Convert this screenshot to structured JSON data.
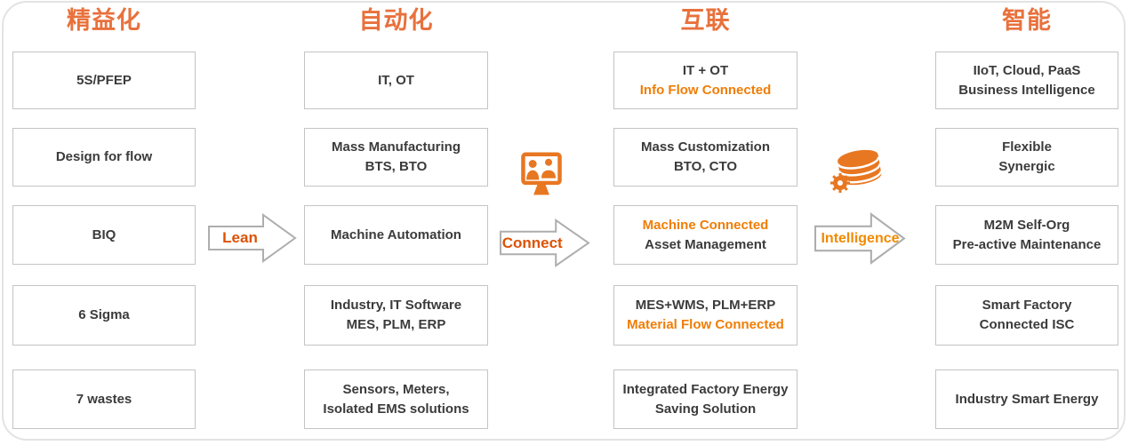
{
  "colors": {
    "title_orange": "#e8713c",
    "highlight_orange": "#f07d05",
    "arrow_label_orange": "#dc5206",
    "arrow_label_orange_light": "#f18a00",
    "icon_orange": "#e87722",
    "box_border": "#c4c4c4",
    "box_text": "#3b3b3b",
    "card_border": "#e3e3e3"
  },
  "columns": [
    {
      "title": "精益化",
      "boxes": [
        {
          "l1": "5S/PFEP"
        },
        {
          "l1": "Design for flow"
        },
        {
          "l1": "BIQ"
        },
        {
          "l1": "6 Sigma"
        },
        {
          "l1": "7 wastes"
        }
      ]
    },
    {
      "title": "自动化",
      "boxes": [
        {
          "l1": "IT, OT"
        },
        {
          "l1": "Mass Manufacturing",
          "l2": "BTS, BTO"
        },
        {
          "l1": "Machine Automation"
        },
        {
          "l1": "Industry, IT Software",
          "l2": "MES, PLM, ERP"
        },
        {
          "l1": "Sensors, Meters,",
          "l2": "Isolated EMS solutions"
        }
      ]
    },
    {
      "title": "互联",
      "boxes": [
        {
          "l1": "IT + OT",
          "l2": "Info Flow Connected"
        },
        {
          "l1": "Mass Customization",
          "l2": "BTO, CTO"
        },
        {
          "l1": "Machine Connected",
          "l2": "Asset Management"
        },
        {
          "l1": "MES+WMS, PLM+ERP",
          "l2": "Material Flow Connected"
        },
        {
          "l1": "Integrated Factory Energy",
          "l2": "Saving Solution"
        }
      ]
    },
    {
      "title": "智能",
      "boxes": [
        {
          "l1": "IIoT, Cloud, PaaS",
          "l2": "Business Intelligence"
        },
        {
          "l1": "Flexible",
          "l2": "Synergic"
        },
        {
          "l1": "M2M Self-Org",
          "l2": "Pre-active Maintenance"
        },
        {
          "l1": "Smart Factory",
          "l2": "Connected ISC"
        },
        {
          "l1": "Industry Smart Energy"
        }
      ]
    }
  ],
  "arrows": [
    {
      "label": "Lean"
    },
    {
      "label": "Connect"
    },
    {
      "label": "Intelligence"
    }
  ],
  "icons": [
    {
      "name": "screen-people-icon"
    },
    {
      "name": "database-gear-icon"
    }
  ]
}
